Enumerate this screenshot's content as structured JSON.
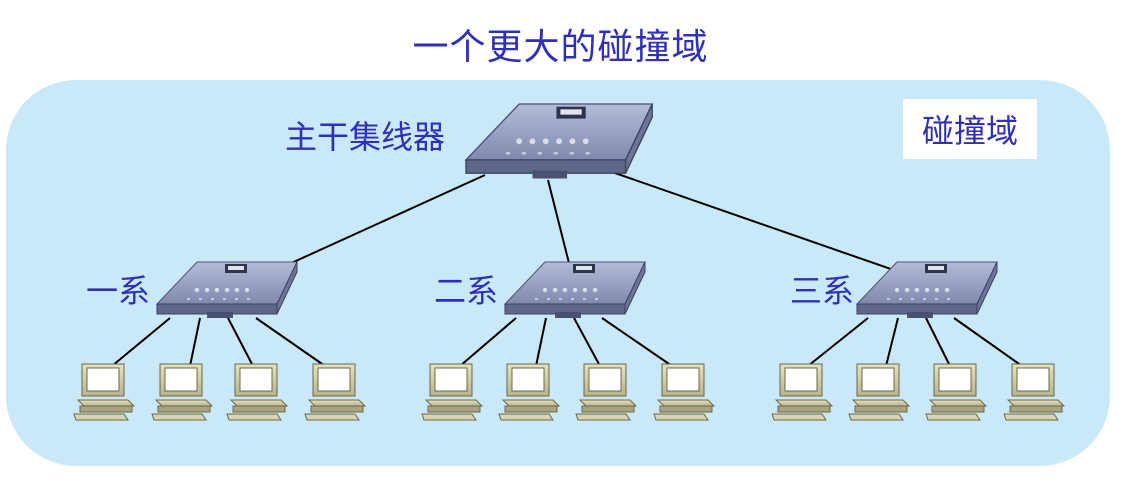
{
  "title": "一个更大的碰撞域",
  "domain_label": "碰撞域",
  "backbone": {
    "label": "主干集线器"
  },
  "departments": [
    {
      "label": "一系",
      "computers": 4
    },
    {
      "label": "二系",
      "computers": 4
    },
    {
      "label": "三系",
      "computers": 4
    }
  ],
  "colors": {
    "text": "#2f2fb8",
    "domain_fill": "#c9e9f8",
    "hub_body": "#8a94b8",
    "link": "#000000"
  },
  "icons": [
    "hub-icon",
    "computer-icon"
  ]
}
